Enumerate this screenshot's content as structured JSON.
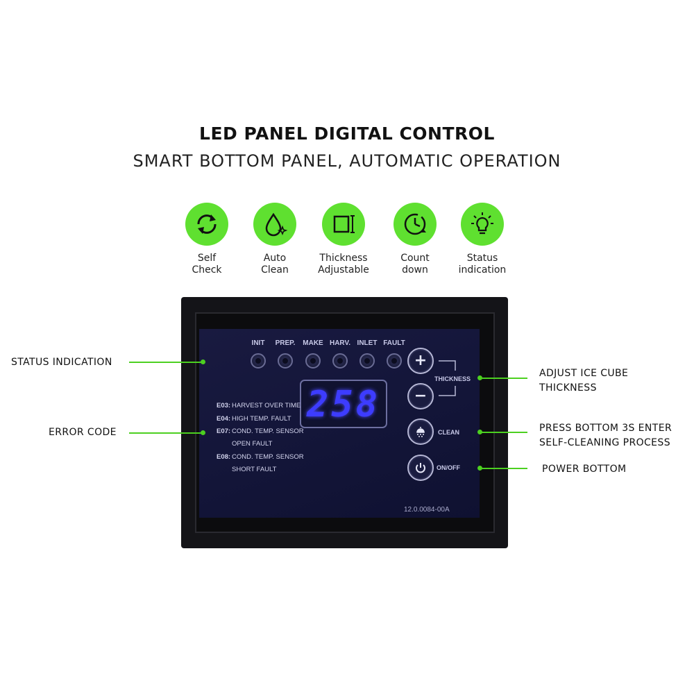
{
  "header": {
    "title": "LED PANEL DIGITAL CONTROL",
    "subtitle": "SMART BOTTOM PANEL, AUTOMATIC OPERATION"
  },
  "features": [
    {
      "line1": "Self",
      "line2": "Check",
      "icon": "refresh-icon"
    },
    {
      "line1": "Auto",
      "line2": "Clean",
      "icon": "water-drop-sparkle-icon"
    },
    {
      "line1": "Thickness",
      "line2": "Adjustable",
      "icon": "thickness-icon"
    },
    {
      "line1": "Count",
      "line2": "down",
      "icon": "clock-countdown-icon"
    },
    {
      "line1": "Status",
      "line2": "indication",
      "icon": "lightbulb-icon"
    }
  ],
  "panel": {
    "leds": [
      "INIT",
      "PREP.",
      "MAKE",
      "HARV.",
      "INLET",
      "FAULT"
    ],
    "display_value": "258",
    "errors": [
      {
        "code": "E03:",
        "text": "HARVEST OVER TIME"
      },
      {
        "code": "E04:",
        "text": "HIGH TEMP. FAULT"
      },
      {
        "code": "E07:",
        "text": "COND. TEMP. SENSOR"
      },
      {
        "code": "",
        "text": "OPEN FAULT"
      },
      {
        "code": "E08:",
        "text": "COND. TEMP. SENSOR"
      },
      {
        "code": "",
        "text": "SHORT FAULT"
      }
    ],
    "thickness_label": "THICKNESS",
    "plus_symbol": "+",
    "minus_symbol": "−",
    "clean_label": "CLEAN",
    "onoff_label": "ON/OFF",
    "version": "12.0.0084-00A"
  },
  "callouts": {
    "status": "STATUS INDICATION",
    "error": "ERROR CODE",
    "thickness_line1": "ADJUST ICE CUBE",
    "thickness_line2": "THICKNESS",
    "clean_line1": "PRESS BOTTOM 3S ENTER",
    "clean_line2": "SELF-CLEANING PROCESS",
    "power": "POWER BOTTOM"
  },
  "colors": {
    "accent_green": "#5fe030",
    "display_blue": "#3d3cff",
    "panel_screen": "#171940"
  }
}
